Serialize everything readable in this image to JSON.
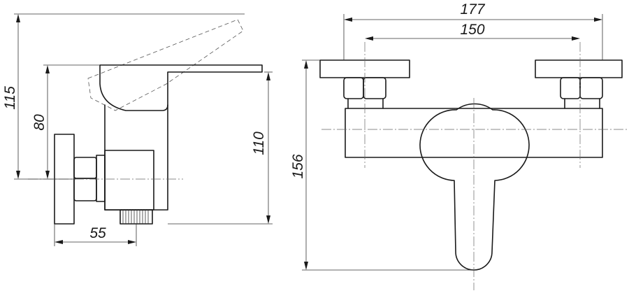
{
  "dimensions": {
    "side_height_total": "115",
    "side_height_outlet": "80",
    "side_height_body": "110",
    "side_depth": "55",
    "front_width_total": "177",
    "front_width_centers": "150",
    "front_height": "156"
  }
}
